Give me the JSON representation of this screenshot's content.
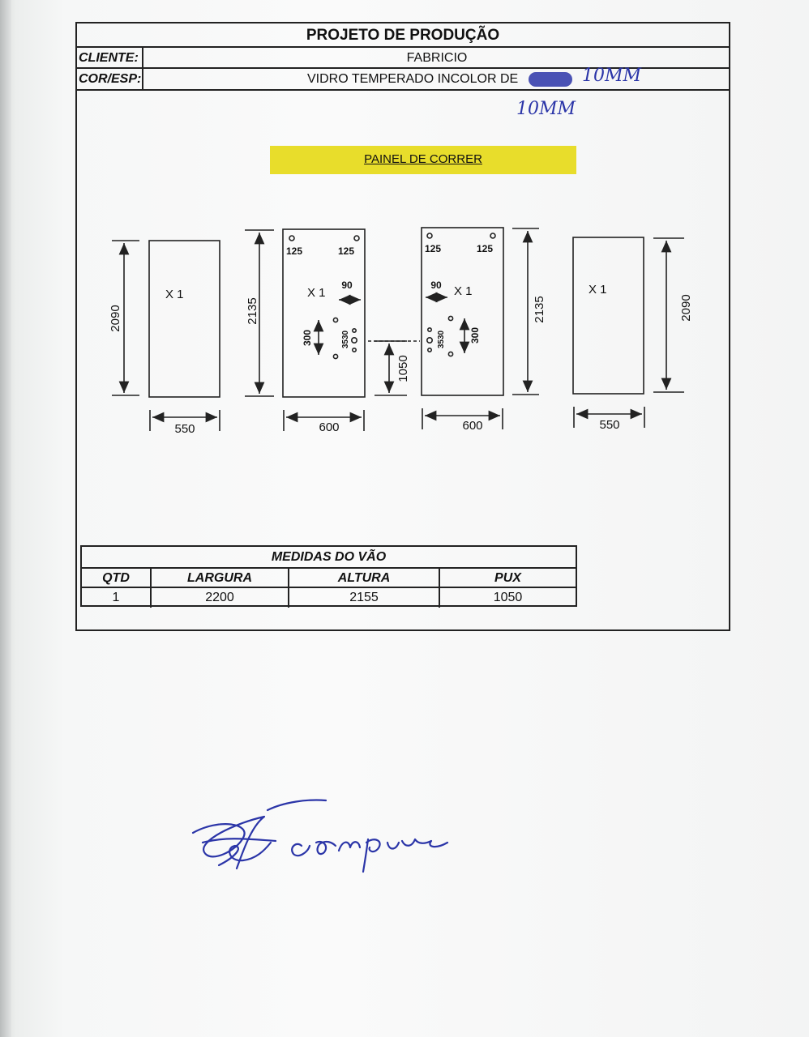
{
  "header": {
    "title": "PROJETO DE PRODUÇÃO"
  },
  "client": {
    "label": "CLIENTE:",
    "value": "FABRICIO"
  },
  "color_spec": {
    "label": "COR/ESP:",
    "value": "VIDRO TEMPERADO INCOLOR DE",
    "handwritten_1": "10MM",
    "handwritten_2": "10MM"
  },
  "banner": {
    "label": "PAINEL DE CORRER",
    "color": "#e8dd2b"
  },
  "drawing": {
    "panel_fixed_left": {
      "width": "550",
      "height": "2090",
      "qty": "X 1"
    },
    "panel_slide_left": {
      "width": "600",
      "height": "2135",
      "qty": "X 1",
      "hole_offset_1": "125",
      "hole_offset_2": "125",
      "handle_offset": "90",
      "handle_spacing": "300",
      "handle_label": "3530"
    },
    "handle_height": "1050",
    "panel_slide_right": {
      "width": "600",
      "height": "2135",
      "qty": "X 1",
      "hole_offset_1": "125",
      "hole_offset_2": "125",
      "handle_offset": "90",
      "handle_spacing": "300",
      "handle_label": "3530"
    },
    "panel_fixed_right": {
      "width": "550",
      "height": "2090",
      "qty": "X 1"
    }
  },
  "measurements": {
    "title": "MEDIDAS DO VÃO",
    "columns": [
      "QTD",
      "LARGURA",
      "ALTURA",
      "PUX"
    ],
    "rows": [
      [
        "1",
        "2200",
        "2155",
        "1050"
      ]
    ]
  },
  "signature": {
    "text": "Campos",
    "ink_color": "#2b35a8"
  }
}
